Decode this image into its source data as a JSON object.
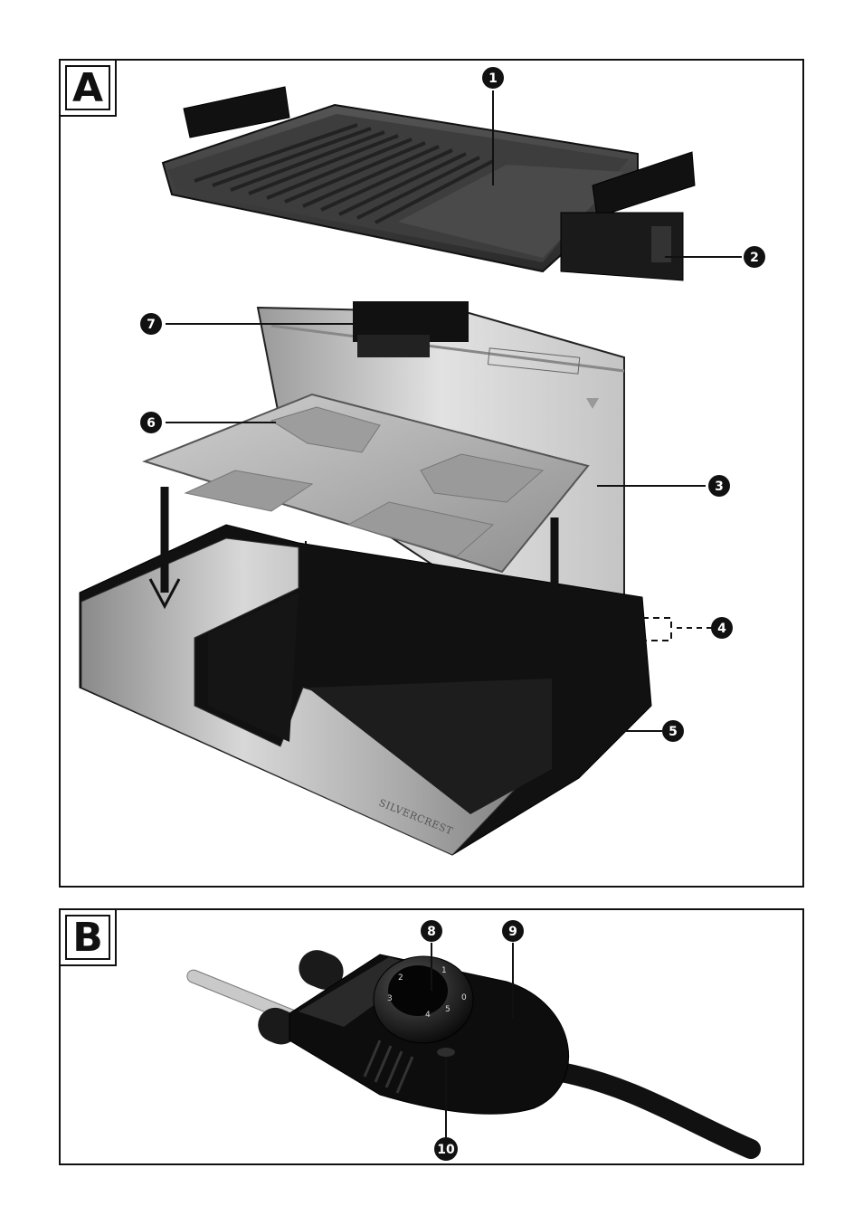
{
  "panels": {
    "a": {
      "label": "A"
    },
    "b": {
      "label": "B"
    }
  },
  "callouts": [
    {
      "id": 1,
      "text": "1"
    },
    {
      "id": 2,
      "text": "2"
    },
    {
      "id": 3,
      "text": "3"
    },
    {
      "id": 4,
      "text": "4"
    },
    {
      "id": 5,
      "text": "5"
    },
    {
      "id": 6,
      "text": "6"
    },
    {
      "id": 7,
      "text": "7"
    },
    {
      "id": 8,
      "text": "8"
    },
    {
      "id": 9,
      "text": "9"
    },
    {
      "id": 10,
      "text": "10"
    }
  ],
  "brand": "SILVERCREST",
  "dial_marks": [
    "0",
    "1",
    "2",
    "3",
    "4",
    "5"
  ],
  "colors": {
    "ink": "#111111",
    "plate": "#3a3a3a",
    "steel": "#b8b8b8",
    "tray": "#a8a8a8"
  }
}
